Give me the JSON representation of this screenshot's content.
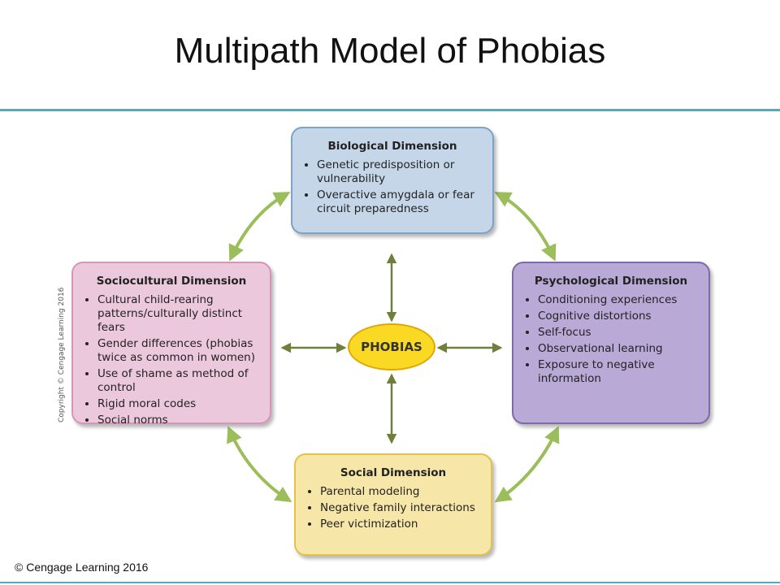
{
  "title": "Multipath Model of Phobias",
  "center_label": "PHOBIAS",
  "boxes": {
    "biological": {
      "heading": "Biological Dimension",
      "items": [
        "Genetic predisposition or vulnerability",
        "Overactive amygdala or fear circuit preparedness"
      ]
    },
    "psychological": {
      "heading": "Psychological Dimension",
      "items": [
        "Conditioning experiences",
        "Cognitive distortions",
        "Self-focus",
        "Observational learning",
        "Exposure to negative information"
      ]
    },
    "social": {
      "heading": "Social Dimension",
      "items": [
        "Parental modeling",
        "Negative family interactions",
        "Peer victimization"
      ]
    },
    "sociocultural": {
      "heading": "Sociocultural Dimension",
      "items": [
        "Cultural child-rearing patterns/culturally distinct fears",
        "Gender differences (phobias twice as common in women)",
        "Use of shame as method of control",
        "Rigid moral codes",
        "Social norms"
      ]
    }
  },
  "copyright_vertical": "Copyright © Cengage Learning 2016",
  "footer": "© Cengage Learning 2016",
  "colors": {
    "rule": "#5aa9b5",
    "curved_arrow": "#9bbd5a",
    "straight_arrow": "#6f7f3c",
    "biological_fill": "#c5d6e8",
    "psychological_fill": "#b9a9d6",
    "social_fill": "#f6e6a8",
    "sociocultural_fill": "#ecc8dc",
    "center_fill": "#f9d923"
  }
}
